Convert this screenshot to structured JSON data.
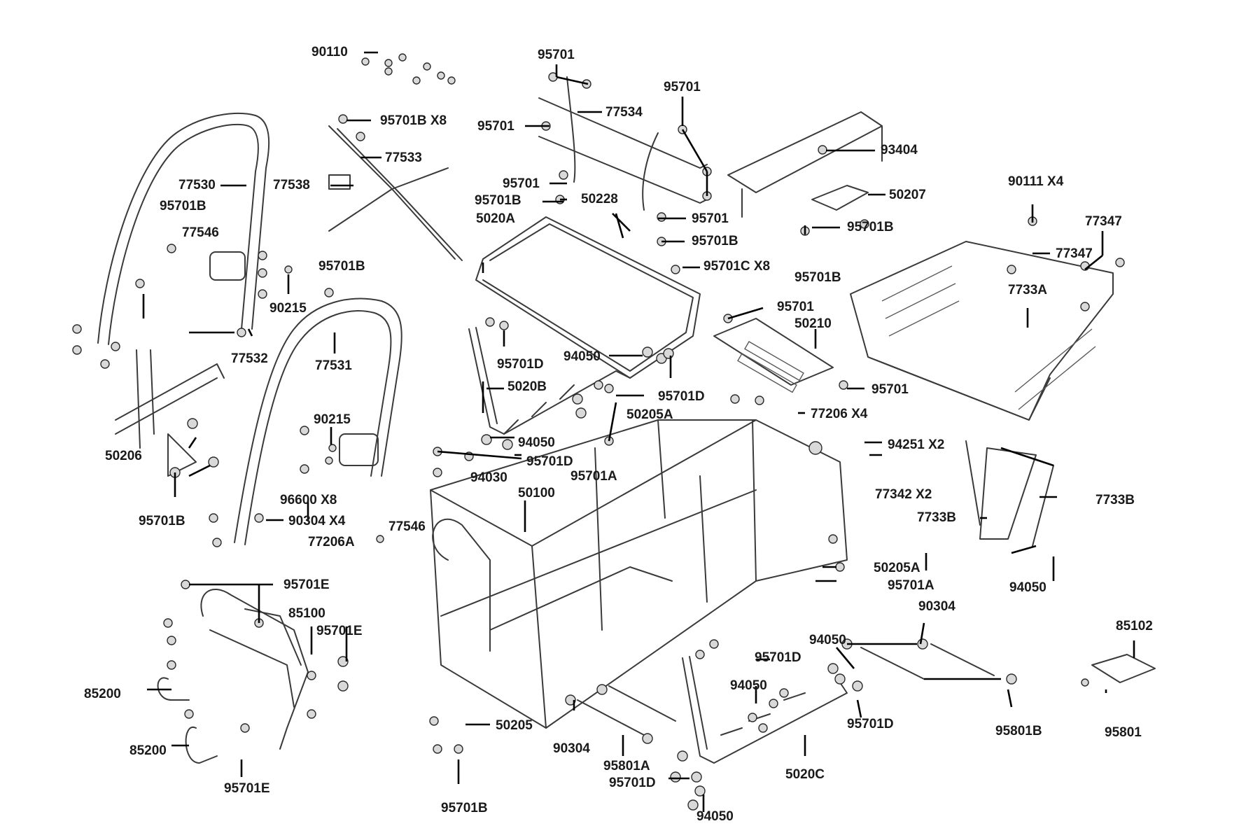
{
  "colors": {
    "background": "#ffffff",
    "line": "#3a3a3a",
    "label": "#1a1a1a"
  },
  "labels": {
    "l90110": "90110",
    "l95701_top": "95701",
    "l95701_right": "95701",
    "l95701B_x8": "95701B X8",
    "l77534": "77534",
    "l95701_mid": "95701",
    "l77533": "77533",
    "l93404": "93404",
    "l77530": "77530",
    "l77538": "77538",
    "l95701_b": "95701",
    "l90111_x4": "90111 X4",
    "l95701B_a": "95701B",
    "l50228": "50228",
    "l50207": "50207",
    "l77347_top": "77347",
    "l5020A": "5020A",
    "l95701_c": "95701",
    "l95701B_b": "95701B",
    "l77546_a": "77546",
    "l95701B_c": "95701B",
    "l77347_mid": "77347",
    "l95701B_d": "95701B",
    "l95701C_x8": "95701C X8",
    "l95701B_e": "95701B",
    "l90215_a": "90215",
    "l7733A": "7733A",
    "l95701_d": "95701",
    "l95701B_f": "95701B",
    "l50210": "50210",
    "l77532": "77532",
    "l77531": "77531",
    "l95701D_a": "95701D",
    "l94050_a": "94050",
    "l5020B": "5020B",
    "l95701_e": "95701",
    "l95701D_b": "95701D",
    "l77206_x4": "77206 X4",
    "l90215_b": "90215",
    "l50205A_a": "50205A",
    "l50206": "50206",
    "l94050_b": "94050",
    "l94251_x2": "94251 X2",
    "l95701D_c": "95701D",
    "l94030": "94030",
    "l95701A_a": "95701A",
    "l96600_x8": "96600 X8",
    "l77342_x2": "77342 X2",
    "l50100": "50100",
    "l7733B_a": "7733B",
    "l7733B_b": "7733B",
    "l95701B_g": "95701B",
    "l90304_x4": "90304 X4",
    "l77546_b": "77546",
    "l77206A": "77206A",
    "l50205A_b": "50205A",
    "l95701A_b": "95701A",
    "l94050_c": "94050",
    "l95701E_a": "95701E",
    "l85100": "85100",
    "l95701E_b": "95701E",
    "l90304_a": "90304",
    "l85102": "85102",
    "l94050_d": "94050",
    "l95701D_d": "95701D",
    "l94050_e": "94050",
    "l85200_a": "85200",
    "l95701D_e": "95701D",
    "l50205": "50205",
    "l95801B": "95801B",
    "l95801": "95801",
    "l90304_b": "90304",
    "l85200_b": "85200",
    "l95801A": "95801A",
    "l5020C": "5020C",
    "l95701D_f": "95701D",
    "l95701E_c": "95701E",
    "l95701B_h": "95701B",
    "l94050_f": "94050"
  }
}
